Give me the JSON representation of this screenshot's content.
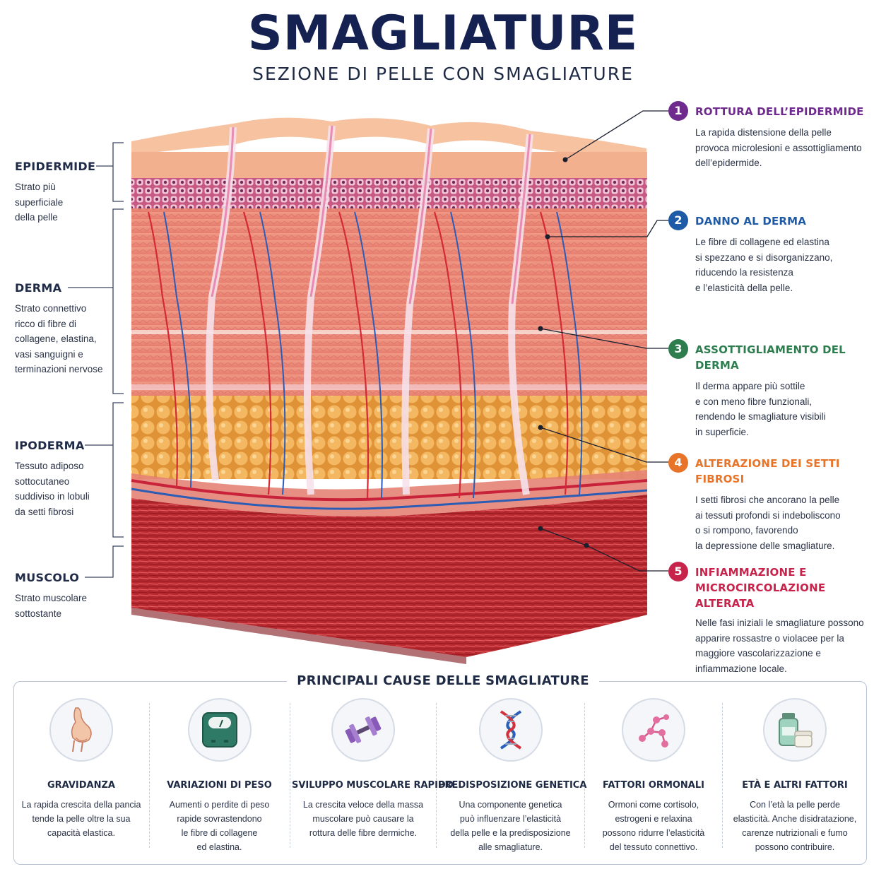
{
  "header": {
    "title": "SMAGLIATURE",
    "subtitle": "SEZIONE DI PELLE CON SMAGLIATURE"
  },
  "layers": [
    {
      "name": "EPIDERMIDE",
      "description": [
        "Strato più",
        "superficiale",
        "della pelle"
      ]
    },
    {
      "name": "DERMA",
      "description": [
        "Strato connettivo",
        "ricco di fibre di",
        "collagene, elastina,",
        "vasi sanguigni e",
        "terminazioni nervose"
      ]
    },
    {
      "name": "IPODERMA",
      "description": [
        "Tessuto adiposo",
        "sottocutaneo",
        "suddiviso in lobuli",
        "da setti fibrosi"
      ]
    },
    {
      "name": "MUSCOLO",
      "description": [
        "Strato muscolare",
        "sottostante"
      ]
    }
  ],
  "callouts": [
    {
      "number": "1",
      "color": "#6e2a8c",
      "title": [
        "ROTTURA DELL’EPIDERMIDE"
      ],
      "description": [
        "La rapida distensione della pelle",
        "provoca microlesioni e assottigliamento",
        "dell’epidermide."
      ]
    },
    {
      "number": "2",
      "color": "#1f5aa6",
      "title": [
        "DANNO AL DERMA"
      ],
      "description": [
        "Le fibre di collagene ed elastina",
        "si spezzano e si disorganizzano,",
        "riducendo la resistenza",
        "e l’elasticità della pelle."
      ]
    },
    {
      "number": "3",
      "color": "#2e7d4f",
      "title": [
        "ASSOTTIGLIAMENTO DEL DERMA"
      ],
      "description": [
        "Il derma appare più sottile",
        "e con meno fibre funzionali,",
        "rendendo le smagliature visibili",
        "in superficie."
      ]
    },
    {
      "number": "4",
      "color": "#e8742a",
      "title": [
        "ALTERAZIONE DEI SETTI FIBROSI"
      ],
      "description": [
        "I setti fibrosi che ancorano la pelle",
        "ai tessuti profondi si indeboliscono",
        "o si rompono, favorendo",
        "la depressione delle smagliature."
      ]
    },
    {
      "number": "5",
      "color": "#c8234a",
      "title": [
        "INFIAMMAZIONE E",
        "MICROCIRCOLAZIONE ALTERATA"
      ],
      "description": [
        "Nelle fasi iniziali le smagliature possono",
        "apparire rossastre o violacee per la",
        "maggiore vascolarizzazione e",
        "infiammazione locale."
      ]
    }
  ],
  "causes": {
    "title": "PRINCIPALI CAUSE DELLE SMAGLIATURE",
    "items": [
      {
        "icon": "pregnancy-icon",
        "title": "GRAVIDANZA",
        "description": [
          "La rapida crescita della pancia",
          "tende la pelle oltre la sua",
          "capacità elastica."
        ]
      },
      {
        "icon": "scale-icon",
        "title": "VARIAZIONI DI PESO",
        "description": [
          "Aumenti o perdite di peso",
          "rapide sovrastendono",
          "le fibre di collagene",
          "ed elastina."
        ]
      },
      {
        "icon": "dumbbell-icon",
        "title": "SVILUPPO MUSCOLARE RAPIDO",
        "description": [
          "La crescita veloce della massa",
          "muscolare può causare la",
          "rottura delle fibre dermiche."
        ]
      },
      {
        "icon": "dna-icon",
        "title": "PREDISPOSIZIONE GENETICA",
        "description": [
          "Una componente genetica",
          "può influenzare l’elasticità",
          "della pelle e la predisposizione",
          "alle smagliature."
        ]
      },
      {
        "icon": "hormone-molecule-icon",
        "title": "FATTORI ORMONALI",
        "description": [
          "Ormoni come cortisolo,",
          "estrogeni e relaxina",
          "possono ridurre l’elasticità",
          "del tessuto connettivo."
        ]
      },
      {
        "icon": "cream-jar-icon",
        "title": "ETÀ E ALTRI FATTORI",
        "description": [
          "Con l’età la pelle perde",
          "elasticità. Anche disidratazione,",
          "carenze nutrizionali e fumo",
          "possono contribuire."
        ]
      }
    ]
  }
}
